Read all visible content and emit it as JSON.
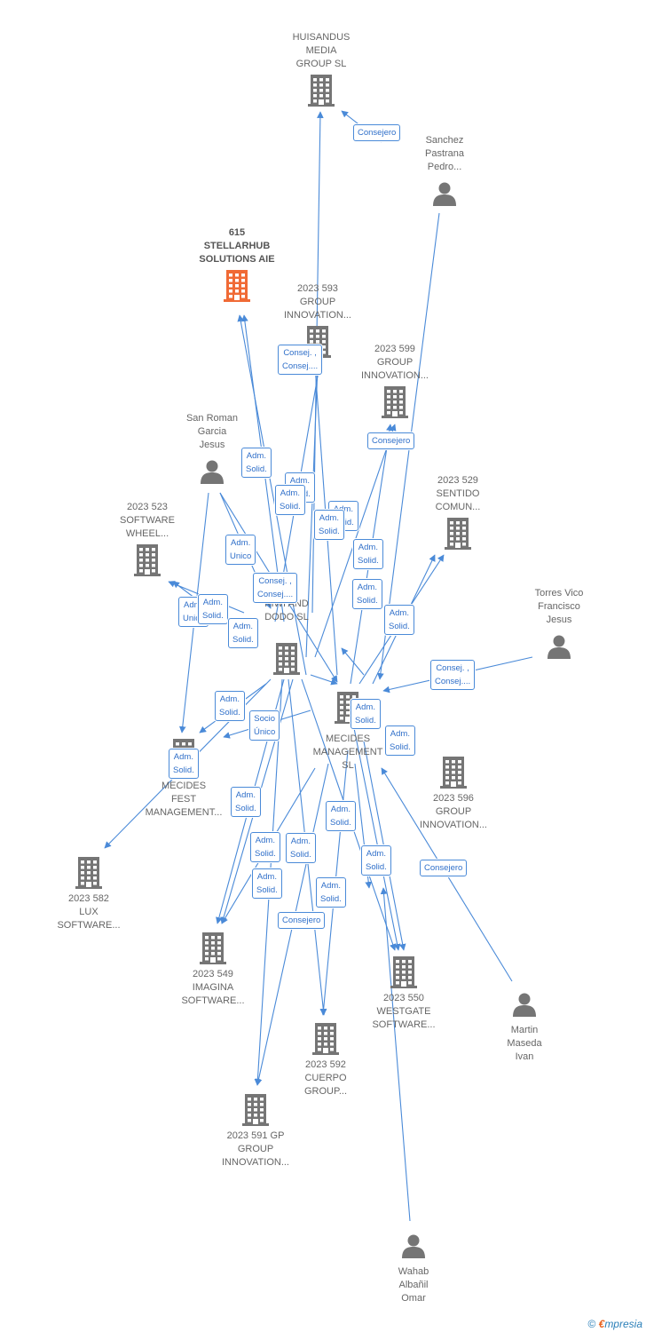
{
  "nodes": [
    {
      "id": "huisandus",
      "type": "company",
      "label": "HUISANDUS\nMEDIA\nGROUP  SL"
    },
    {
      "id": "sanchez",
      "type": "person",
      "label": "Sanchez\nPastrana\nPedro..."
    },
    {
      "id": "stellarhub",
      "type": "company",
      "highlight": true,
      "label": "615\nSTELLARHUB\nSOLUTIONS AIE"
    },
    {
      "id": "g593",
      "type": "company",
      "label": "2023 593\nGROUP\nINNOVATION..."
    },
    {
      "id": "g599",
      "type": "company",
      "label": "2023 599\nGROUP\nINNOVATION..."
    },
    {
      "id": "sanroman",
      "type": "person",
      "label": "San Roman\nGarcia\nJesus"
    },
    {
      "id": "sentido",
      "type": "company",
      "label": "2023 529\nSENTIDO\nCOMUN..."
    },
    {
      "id": "software523",
      "type": "company",
      "label": "2023 523\nSOFTWARE\nWHEEL..."
    },
    {
      "id": "torres",
      "type": "person",
      "label": "Torres Vico\nFrancisco\nJesus"
    },
    {
      "id": "kiwi",
      "type": "company",
      "label": "KIWI AND\nDODO  SL"
    },
    {
      "id": "mecmgmt",
      "type": "company",
      "label": "MECIDES\nMANAGEMENT\nSL"
    },
    {
      "id": "fest",
      "type": "company",
      "label": "MECIDES\nFEST\nMANAGEMENT..."
    },
    {
      "id": "g596",
      "type": "company",
      "label": "2023 596\nGROUP\nINNOVATION..."
    },
    {
      "id": "lux",
      "type": "company",
      "label": "2023 582\nLUX\nSOFTWARE..."
    },
    {
      "id": "imagina",
      "type": "company",
      "label": "2023 549\nIMAGINA\nSOFTWARE..."
    },
    {
      "id": "westgate",
      "type": "company",
      "label": "2023 550\nWESTGATE\nSOFTWARE..."
    },
    {
      "id": "martin",
      "type": "person",
      "label": "Martin\nMaseda\nIvan"
    },
    {
      "id": "cuerpo",
      "type": "company",
      "label": "2023 592\nCUERPO\nGROUP..."
    },
    {
      "id": "gp591",
      "type": "company",
      "label": "2023 591 GP\nGROUP\nINNOVATION..."
    },
    {
      "id": "wahab",
      "type": "person",
      "label": "Wahab\nAlbañil\nOmar"
    }
  ],
  "edge_labels": [
    {
      "id": "e1",
      "text": "Consejero"
    },
    {
      "id": "e2",
      "text": "Consej. ,\nConsej...."
    },
    {
      "id": "e3",
      "text": "Consejero"
    },
    {
      "id": "e4",
      "text": "Adm.\nSolid."
    },
    {
      "id": "e5",
      "text": "Adm.\nSolid."
    },
    {
      "id": "e6",
      "text": "Adm.\nSolid."
    },
    {
      "id": "e7",
      "text": "Adm.\nSolid."
    },
    {
      "id": "e8",
      "text": "Adm.\nSolid."
    },
    {
      "id": "e9",
      "text": "Adm.\nUnico"
    },
    {
      "id": "e10",
      "text": "Adm.\nSolid."
    },
    {
      "id": "e11",
      "text": "Consej. ,\nConsej...."
    },
    {
      "id": "e12",
      "text": "Adm.\nSolid."
    },
    {
      "id": "e13",
      "text": "Adm.\nUnico"
    },
    {
      "id": "e14",
      "text": "Adm.\nSolid."
    },
    {
      "id": "e15",
      "text": "Adm.\nSolid."
    },
    {
      "id": "e16",
      "text": "Adm.\nSolid."
    },
    {
      "id": "e17",
      "text": "Consej. ,\nConsej...."
    },
    {
      "id": "e18",
      "text": "Adm.\nSolid."
    },
    {
      "id": "e19",
      "text": "Socio\nÚnico"
    },
    {
      "id": "e20",
      "text": "Adm.\nSolid."
    },
    {
      "id": "e21",
      "text": "Adm.\nSolid."
    },
    {
      "id": "e22",
      "text": "Adm.\nSolid."
    },
    {
      "id": "e23",
      "text": "Adm.\nSolid."
    },
    {
      "id": "e24",
      "text": "Adm.\nSolid."
    },
    {
      "id": "e25",
      "text": "Adm.\nSolid."
    },
    {
      "id": "e26",
      "text": "Adm.\nSolid."
    },
    {
      "id": "e27",
      "text": "Adm.\nSolid."
    },
    {
      "id": "e28",
      "text": "Adm.\nSolid."
    },
    {
      "id": "e29",
      "text": "Adm.\nSolid."
    },
    {
      "id": "e30",
      "text": "Consejero"
    },
    {
      "id": "e31",
      "text": "Consejero"
    }
  ],
  "colors": {
    "edge": "#4a8ad8",
    "building": "#757575",
    "highlight": "#f06a35",
    "person": "#757575"
  },
  "footer": {
    "copyright": "©",
    "brand_e": "€",
    "brand_rest": "mpresia"
  }
}
